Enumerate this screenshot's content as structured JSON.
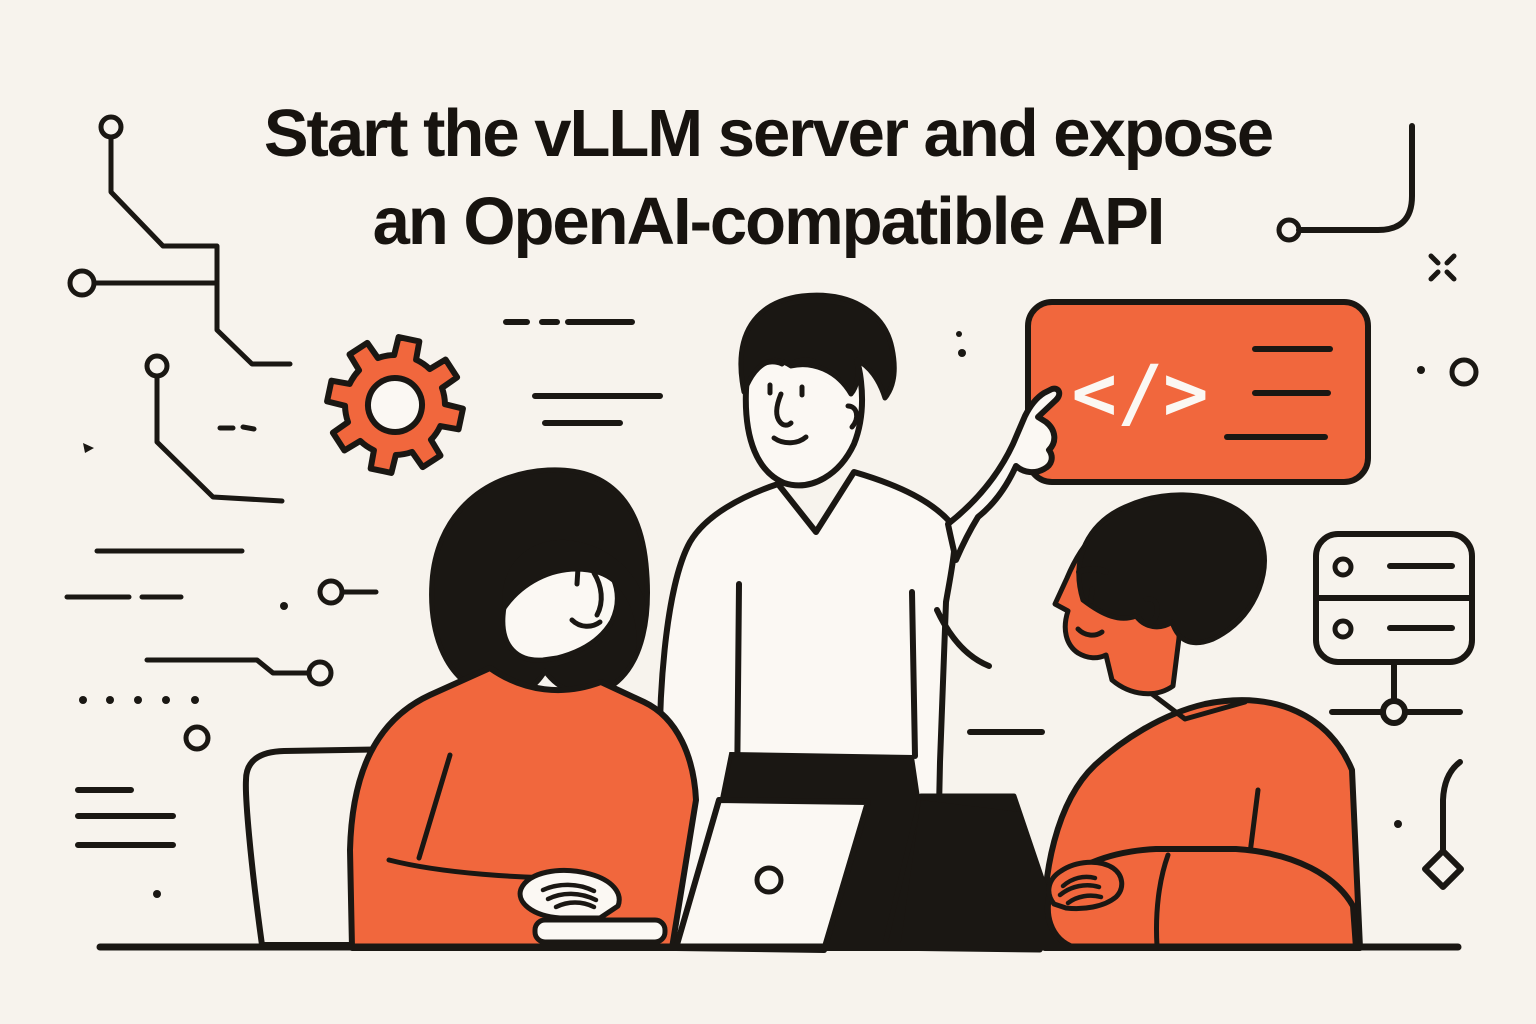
{
  "title": {
    "line1": "Start the vLLM server and expose",
    "line2": "an OpenAI-compatible API"
  },
  "code_panel": {
    "glyph": "</>"
  },
  "colors": {
    "background": "#F7F3ED",
    "ink": "#1A1713",
    "orange": "#F1673D",
    "paper": "#FBF8F3"
  },
  "scene": {
    "icons": [
      "gear-icon",
      "code-panel",
      "server-icon",
      "circuit-trace-icons",
      "sparkle-icon",
      "diamond-icon",
      "laptop-white",
      "laptop-black"
    ],
    "people": [
      "woman-left",
      "man-center-pointing",
      "person-right"
    ]
  }
}
